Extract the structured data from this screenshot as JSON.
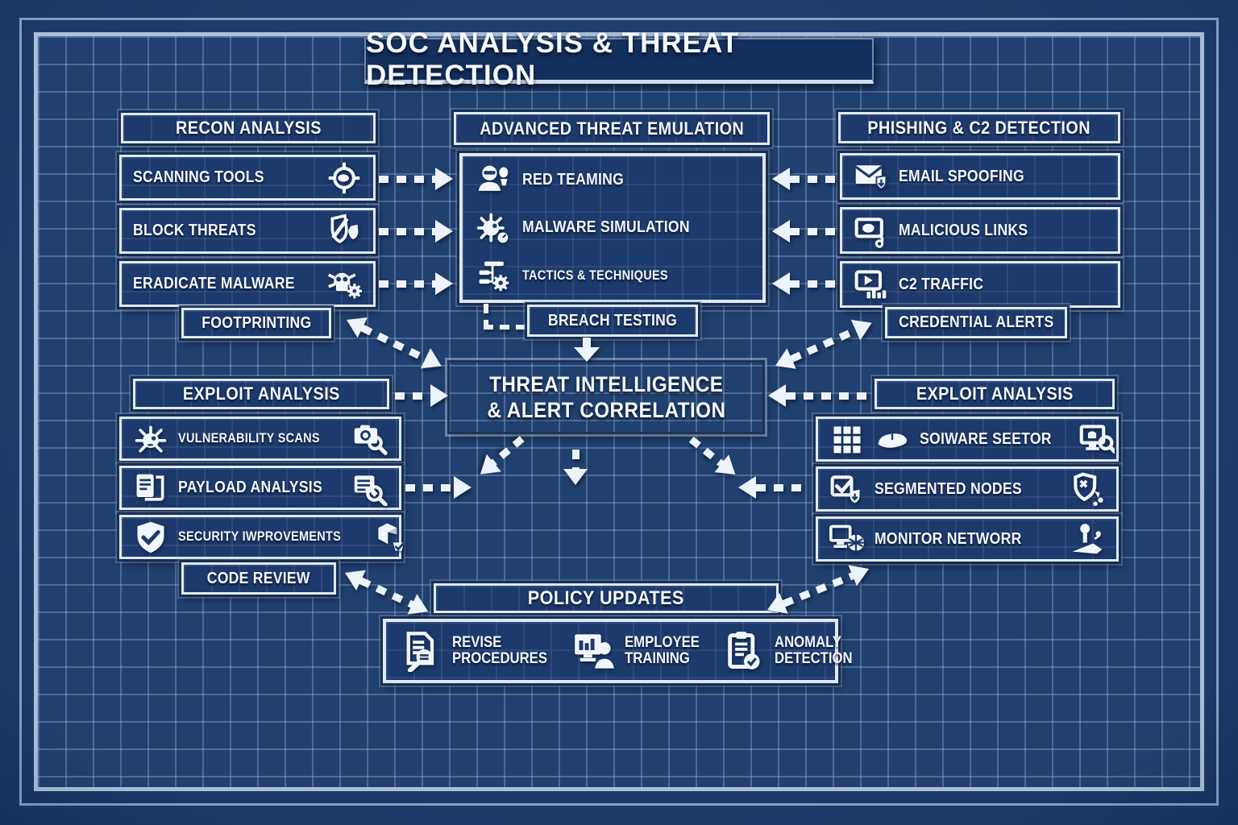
{
  "title": "SOC ANALYSIS & THREAT DETECTION",
  "colors": {
    "background": "#1e3e73",
    "box_fill": "#1c3a6c",
    "box_border": "#e2ebf5",
    "grid_line": "#5f82b4",
    "frame": "#c7d6e9",
    "text": "#f2f7fd"
  },
  "panels": {
    "recon": {
      "header": "RECON ANALYSIS",
      "items": [
        {
          "label": "SCANNING TOOLS",
          "icons_right": [
            "target"
          ]
        },
        {
          "label": "BLOCK THREATS",
          "icons_right": [
            "shield-slash"
          ]
        },
        {
          "label": "ERADICATE MALWARE",
          "icons_right": [
            "skull-gear"
          ]
        }
      ],
      "sub": "FOOTPRINTING"
    },
    "emulation": {
      "header": "ADVANCED THREAT EMULATION",
      "items": [
        {
          "label": "RED TEAMING",
          "icons_left": [
            "hooded-person"
          ]
        },
        {
          "label": "MALWARE SIMULATION",
          "icons_left": [
            "malware-bug"
          ]
        },
        {
          "label": "TACTICS & TECHNIQUES",
          "icons_left": [
            "flowchart-gear"
          ]
        }
      ],
      "sub": "BREACH TESTING"
    },
    "phishing": {
      "header": "PHISHING & C2 DETECTION",
      "items": [
        {
          "label": "EMAIL SPOOFING",
          "icons_left": [
            "envelope-shield"
          ]
        },
        {
          "label": "MALICIOUS LINKS",
          "icons_left": [
            "image-link"
          ]
        },
        {
          "label": "C2 TRAFFIC",
          "icons_left": [
            "media-volume"
          ]
        }
      ],
      "sub": "CREDENTIAL ALERTS"
    },
    "intel": {
      "line1": "THREAT INTELLIGENCE",
      "line2": "& ALERT CORRELATION"
    },
    "exploit_left": {
      "header": "EXPLOIT ANALYSIS",
      "items": [
        {
          "label": "VULNERABILITY SCANS",
          "icons_left": [
            "spiky-bug"
          ],
          "icons_right": [
            "camera-magnifier"
          ]
        },
        {
          "label": "PAYLOAD ANALYSIS",
          "icons_left": [
            "documents"
          ],
          "icons_right": [
            "doc-magnifier"
          ]
        },
        {
          "label": "SECURITY IWPROVEMENTS",
          "icons_left": [
            "shield-check"
          ],
          "icons_right": [
            "package-check"
          ]
        }
      ],
      "sub": "CODE REVIEW"
    },
    "exploit_right": {
      "header": "EXPLOIT ANALYSIS",
      "items": [
        {
          "label": "SOIWARE SEETOR",
          "icons_left": [
            "grid-keypad",
            "mouse"
          ],
          "icons_right": [
            "monitor-search"
          ]
        },
        {
          "label": "SEGMENTED NODES",
          "icons_left": [
            "checkbox-shield"
          ],
          "icons_right": [
            "shield-fragments"
          ]
        },
        {
          "label": "MONITOR NETWORR",
          "icons_left": [
            "monitor-globe"
          ],
          "icons_right": [
            "joystick"
          ]
        }
      ]
    },
    "policy": {
      "header": "POLICY UPDATES",
      "items": [
        {
          "label_lines": [
            "REVISE",
            "PROCEDURES"
          ],
          "icon": "doc-search"
        },
        {
          "label_lines": [
            "EMPLOYEE",
            "TRAINING"
          ],
          "icon": "monitor-person"
        },
        {
          "label_lines": [
            "ANOMALY",
            "DETECTION"
          ],
          "icon": "clipboard-gauge"
        }
      ]
    }
  }
}
